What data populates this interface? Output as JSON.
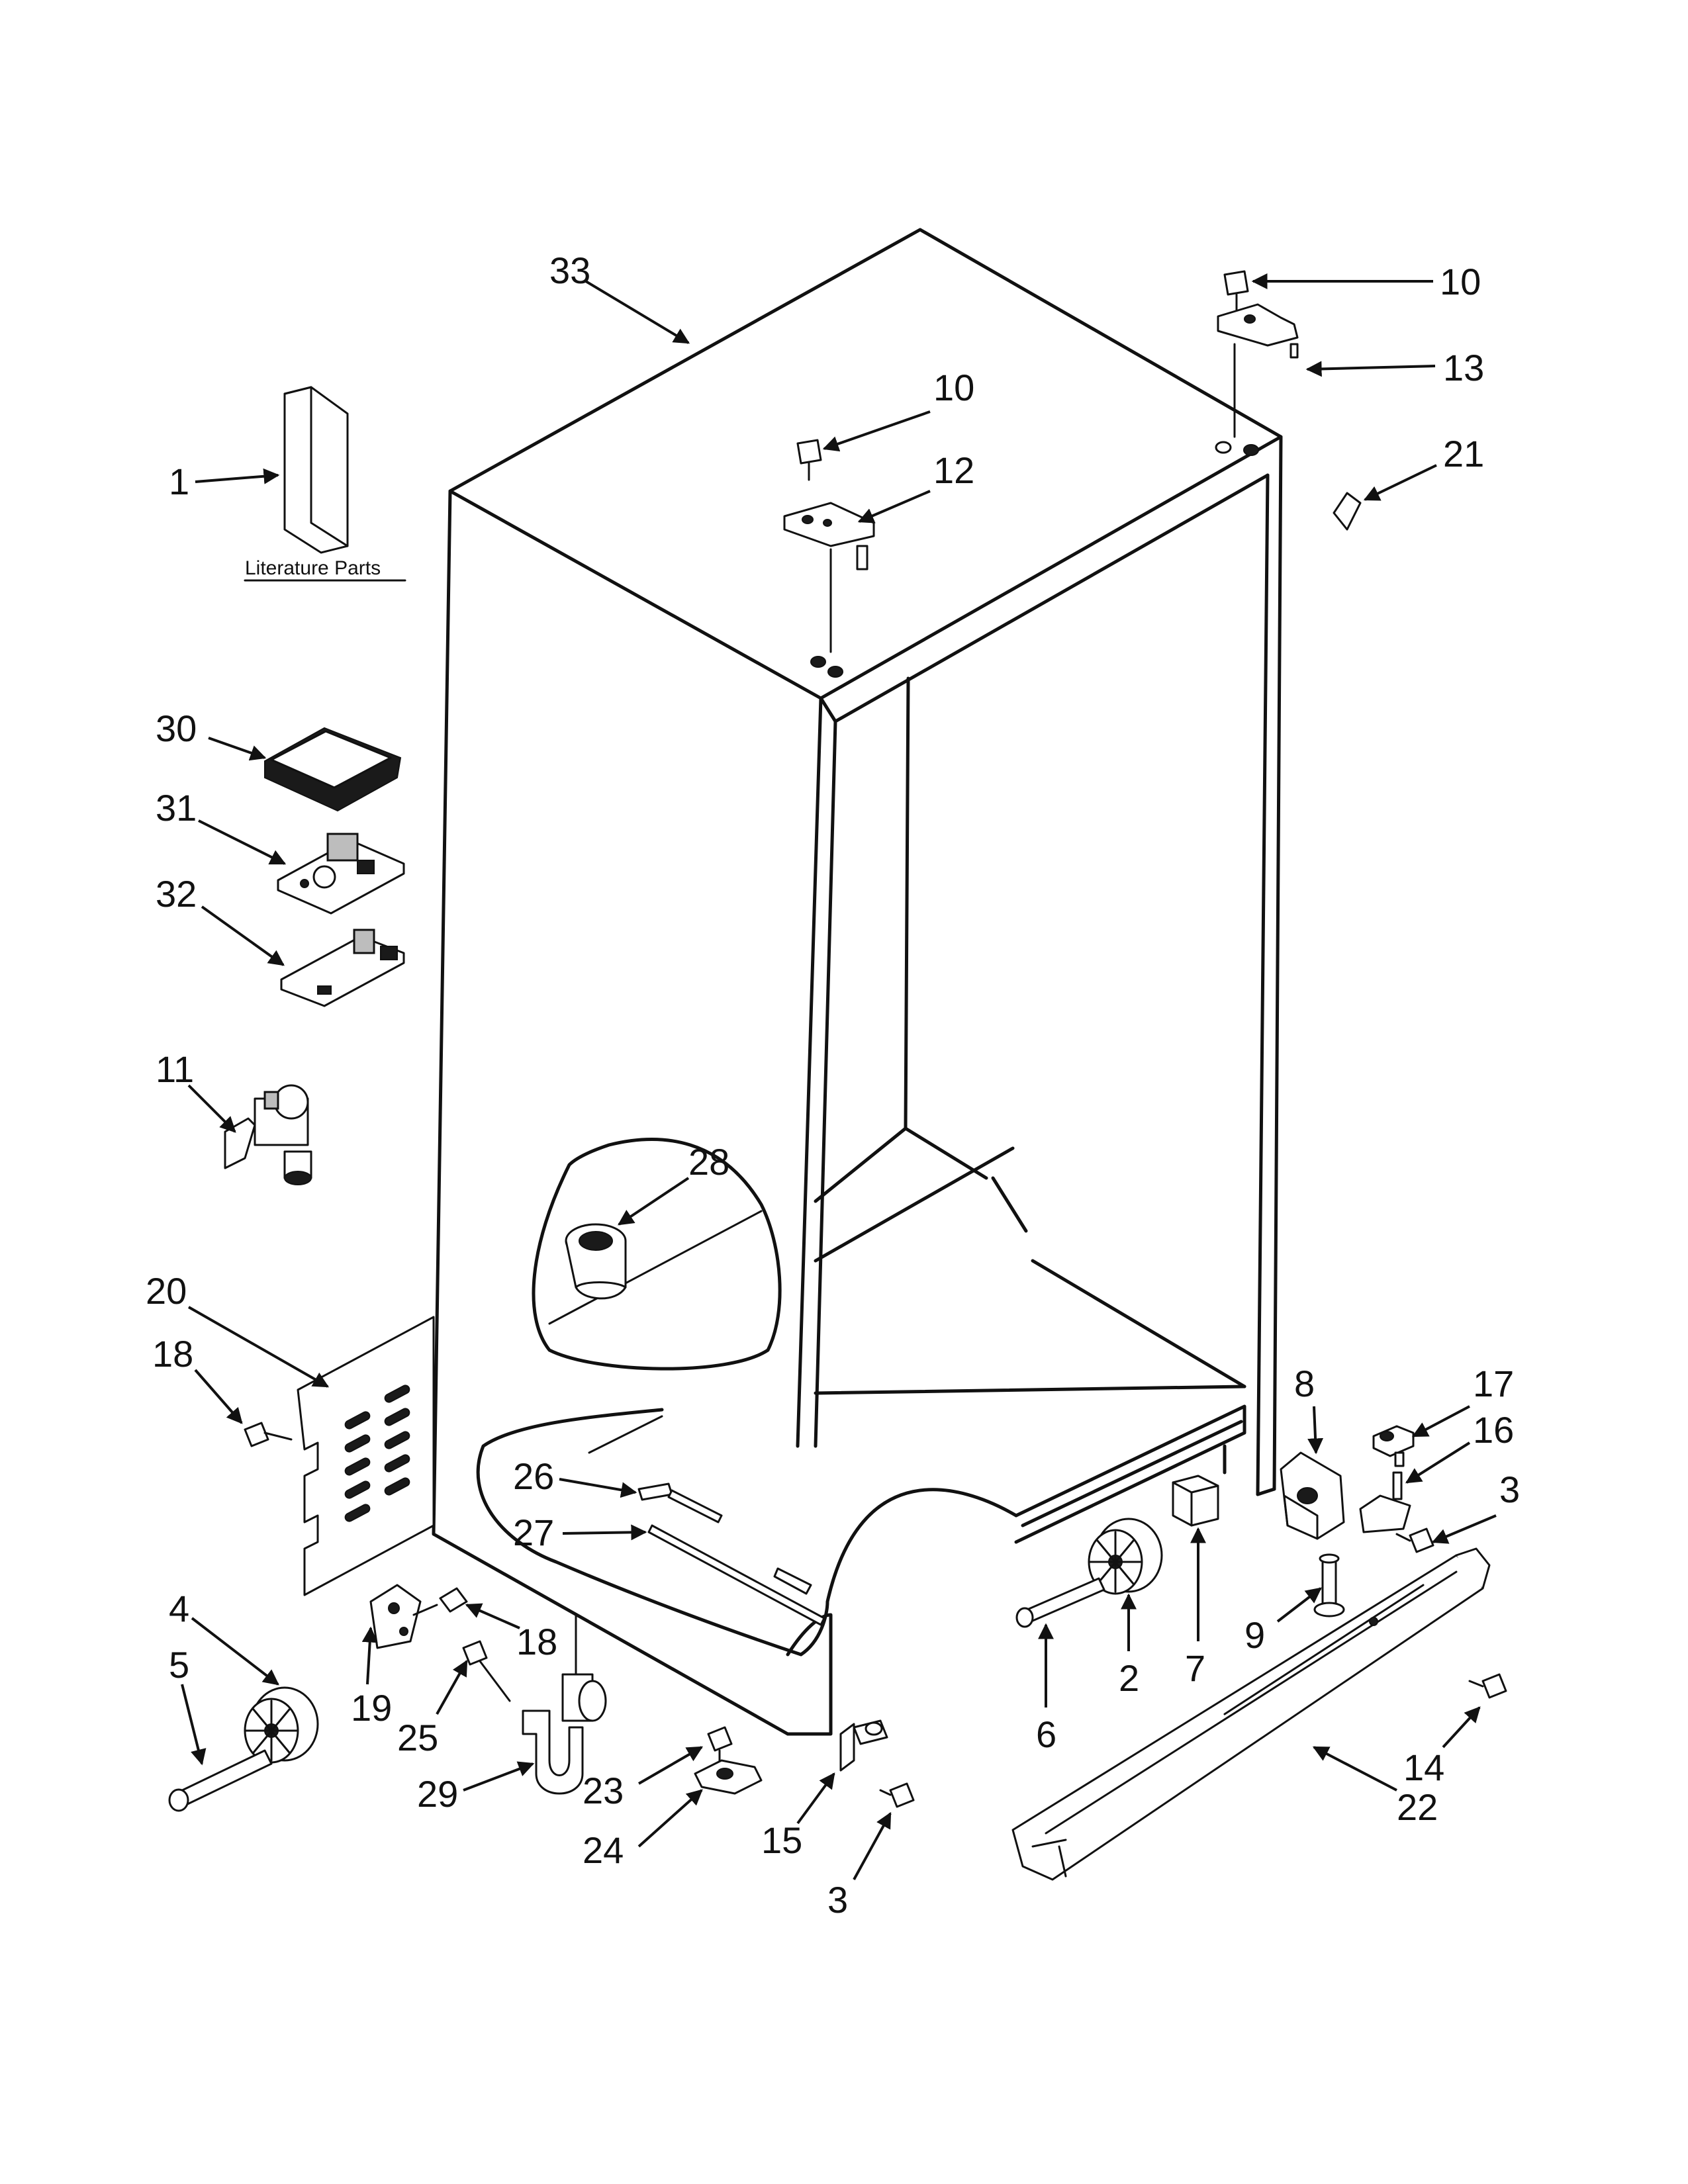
{
  "diagram": {
    "literature_label": "Literature Parts",
    "callouts": [
      {
        "id": "c33",
        "text": "33"
      },
      {
        "id": "c10a",
        "text": "10"
      },
      {
        "id": "c10b",
        "text": "10"
      },
      {
        "id": "c13",
        "text": "13"
      },
      {
        "id": "c21",
        "text": "21"
      },
      {
        "id": "c12",
        "text": "12"
      },
      {
        "id": "c1",
        "text": "1"
      },
      {
        "id": "c30",
        "text": "30"
      },
      {
        "id": "c31",
        "text": "31"
      },
      {
        "id": "c32",
        "text": "32"
      },
      {
        "id": "c11",
        "text": "11"
      },
      {
        "id": "c28",
        "text": "28"
      },
      {
        "id": "c20",
        "text": "20"
      },
      {
        "id": "c18a",
        "text": "18"
      },
      {
        "id": "c8",
        "text": "8"
      },
      {
        "id": "c17",
        "text": "17"
      },
      {
        "id": "c16",
        "text": "16"
      },
      {
        "id": "c3a",
        "text": "3"
      },
      {
        "id": "c26",
        "text": "26"
      },
      {
        "id": "c27",
        "text": "27"
      },
      {
        "id": "c9",
        "text": "9"
      },
      {
        "id": "c7",
        "text": "7"
      },
      {
        "id": "c2",
        "text": "2"
      },
      {
        "id": "c6",
        "text": "6"
      },
      {
        "id": "c4",
        "text": "4"
      },
      {
        "id": "c5",
        "text": "5"
      },
      {
        "id": "c19",
        "text": "19"
      },
      {
        "id": "c18b",
        "text": "18"
      },
      {
        "id": "c25",
        "text": "25"
      },
      {
        "id": "c29",
        "text": "29"
      },
      {
        "id": "c23",
        "text": "23"
      },
      {
        "id": "c24",
        "text": "24"
      },
      {
        "id": "c15",
        "text": "15"
      },
      {
        "id": "c3b",
        "text": "3"
      },
      {
        "id": "c14",
        "text": "14"
      },
      {
        "id": "c22",
        "text": "22"
      }
    ]
  }
}
